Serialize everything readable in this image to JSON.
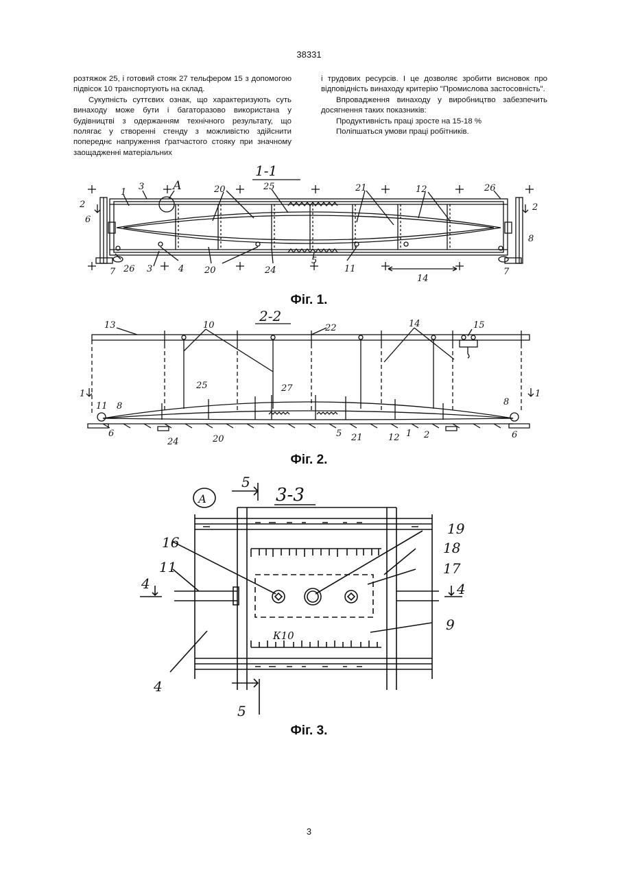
{
  "header": {
    "patent_number": "38331"
  },
  "text": {
    "left_p1": "розтяжок 25, і готовий стояк 27 тельфером 15 з допомогою підвісок 10 транспортують на склад.",
    "left_p2": "Сукупність суттєвих ознак, що характеризують суть винаходу може бути і багаторазово використана у будівництві з одержанням технічного результату, що полягає у створенні стенду з можливістю здійснити попереднє напруження ґратчастого стояку при значному заощадженні матеріальних",
    "right_p1": "і трудових ресурсів. І це дозволяє зробити висновок про відповідність винаходу критерію \"Промислова застосовність\".",
    "right_p2": "Впровадження винаходу у виробництво забезпечить досягнення таких показників:",
    "right_p3": "Продуктивність праці зросте на 15-18 %",
    "right_p4": "Поліпшаться умови праці робітників."
  },
  "figures": {
    "fig1": {
      "caption": "Фіг. 1.",
      "section": "1-1",
      "labels": {
        "l1": "1",
        "l3a": "3",
        "lA": "А",
        "l20a": "20",
        "l25": "25",
        "l21": "21",
        "l12": "12",
        "l26a": "26",
        "l2a": "2",
        "l2b": "2",
        "l6": "6",
        "l8": "8",
        "l7a": "7",
        "l26b": "26",
        "l3b": "3",
        "l4": "4",
        "l20b": "20",
        "l24": "24",
        "l5": "5",
        "l11": "11",
        "l14": "14",
        "l7b": "7"
      }
    },
    "fig2": {
      "caption": "Фіг. 2.",
      "section": "2-2",
      "labels": {
        "l13": "13",
        "l10": "10",
        "l22": "22",
        "l14": "14",
        "l15": "15",
        "l25": "25",
        "l27": "27",
        "l1a": "1",
        "l1b": "1",
        "l11": "11",
        "l8a": "8",
        "l8b": "8",
        "l6a": "6",
        "l6b": "6",
        "l24": "24",
        "l20": "20",
        "l5": "5",
        "l21": "21",
        "l12": "12",
        "l1": "1",
        "l2": "2"
      }
    },
    "fig3": {
      "caption": "Фіг. 3.",
      "section": "3-3",
      "labels": {
        "lA": "А",
        "l5a": "5",
        "l5b": "5",
        "l16": "16",
        "l11": "11",
        "l19": "19",
        "l18": "18",
        "l17": "17",
        "l4a": "4",
        "l4b": "4",
        "l9": "9",
        "lK10": "К10",
        "l4": "4"
      }
    }
  },
  "footer": {
    "page_number": "3"
  }
}
